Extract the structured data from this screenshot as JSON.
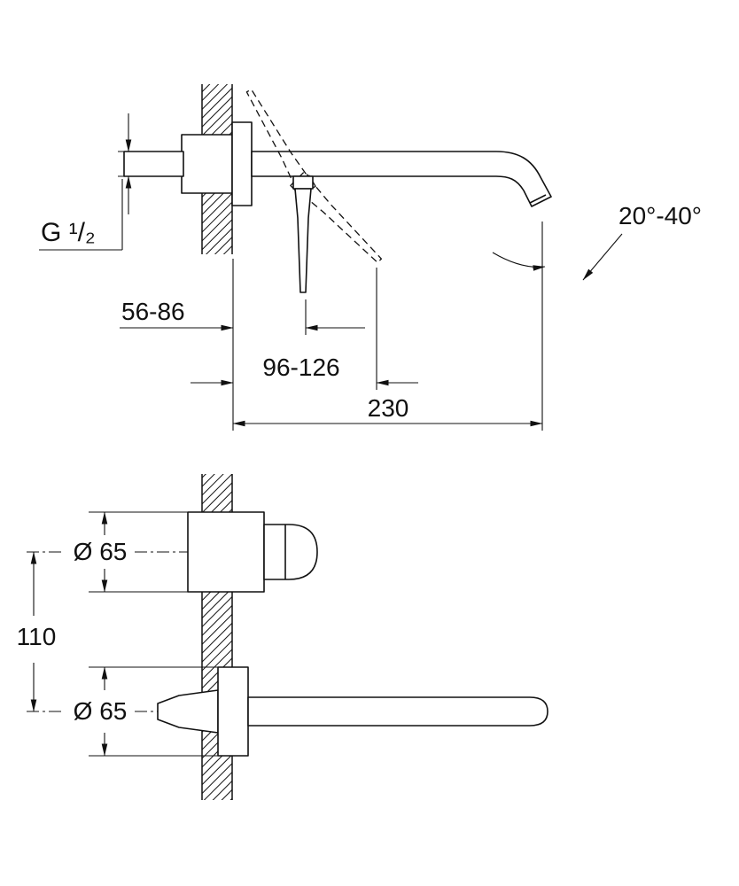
{
  "page": {
    "background": "#ffffff",
    "line_color": "#111111"
  },
  "side_view": {
    "thread_label": "G ¹/₂",
    "min_depth": "56-86",
    "max_depth": "96-126",
    "spout_projection": "230",
    "spout_angle_range": "20°-40°"
  },
  "plan_view": {
    "handle_escutcheon_diameter": "Ø 65",
    "spout_escutcheon_diameter": "Ø 65",
    "center_distance": "110"
  }
}
